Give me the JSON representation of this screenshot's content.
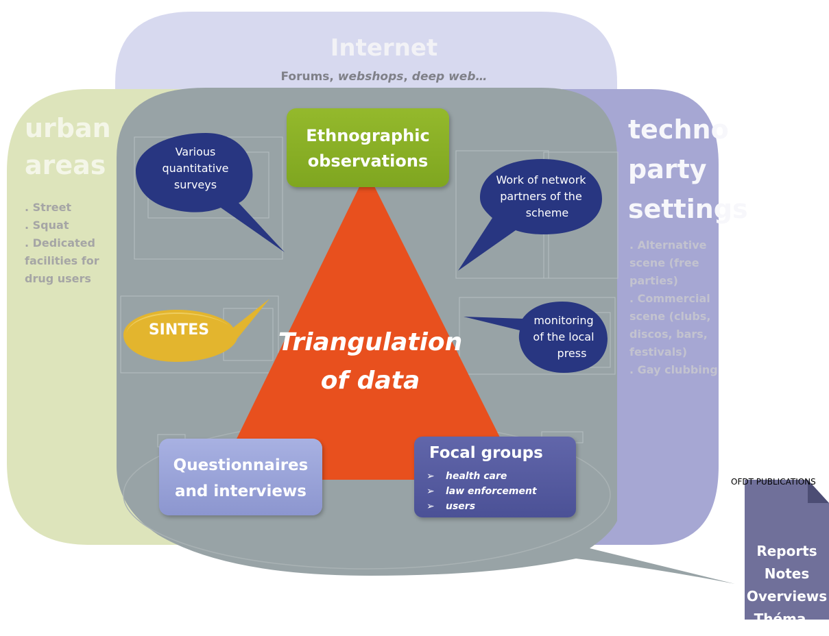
{
  "internet": {
    "title": "Internet",
    "subtitle_prefix": "Forums, ",
    "subtitle_webshops": "webshops",
    "subtitle_sep": ", ",
    "subtitle_deepweb": "deep web…"
  },
  "urban": {
    "title_line1": "urban",
    "title_line2": "areas",
    "items": [
      ". Street",
      ". Squat",
      ". Dedicated",
      "facilities for",
      "drug users"
    ]
  },
  "techno": {
    "title_line1": "techno",
    "title_line2": "party",
    "title_line3": "settings",
    "items": [
      ". Alternative",
      "scene (free",
      "parties)",
      ". Commercial",
      "scene (clubs,",
      "discos, bars,",
      "festivals)",
      ". Gay clubbing"
    ]
  },
  "ethnographic": {
    "line1": "Ethnographic",
    "line2": "observations"
  },
  "bubbles": {
    "surveys": [
      "Various",
      "quantitative",
      "surveys"
    ],
    "network": [
      "Work of network",
      "partners of the",
      "scheme"
    ],
    "press": [
      "monitoring",
      "of the local",
      "press"
    ]
  },
  "sintes": "SINTES",
  "triangle": {
    "line1": "Triangulation",
    "line2": "of data"
  },
  "questionnaires": {
    "line1": "Questionnaires",
    "line2": "and interviews"
  },
  "focal_groups": {
    "title": "Focal groups",
    "items": [
      "health care",
      "law enforcement",
      "users"
    ]
  },
  "ofdt": {
    "label": "OFDT PUBLICATIONS",
    "items": [
      "Reports",
      "Notes",
      "Overviews",
      "Théma…"
    ]
  },
  "colors": {
    "internet": "#d7d9ef",
    "urban": "#dfe6bd",
    "techno": "#a6a7d2",
    "central": "#98a4a7",
    "ethnographic": "#8db42a",
    "triangle": "#e8501e",
    "bubble": "#283681",
    "sintes": "#e3b52e",
    "questionnaires": "#9ea6da",
    "focal": "#565ca3",
    "ofdt_doc": "#70709a"
  }
}
